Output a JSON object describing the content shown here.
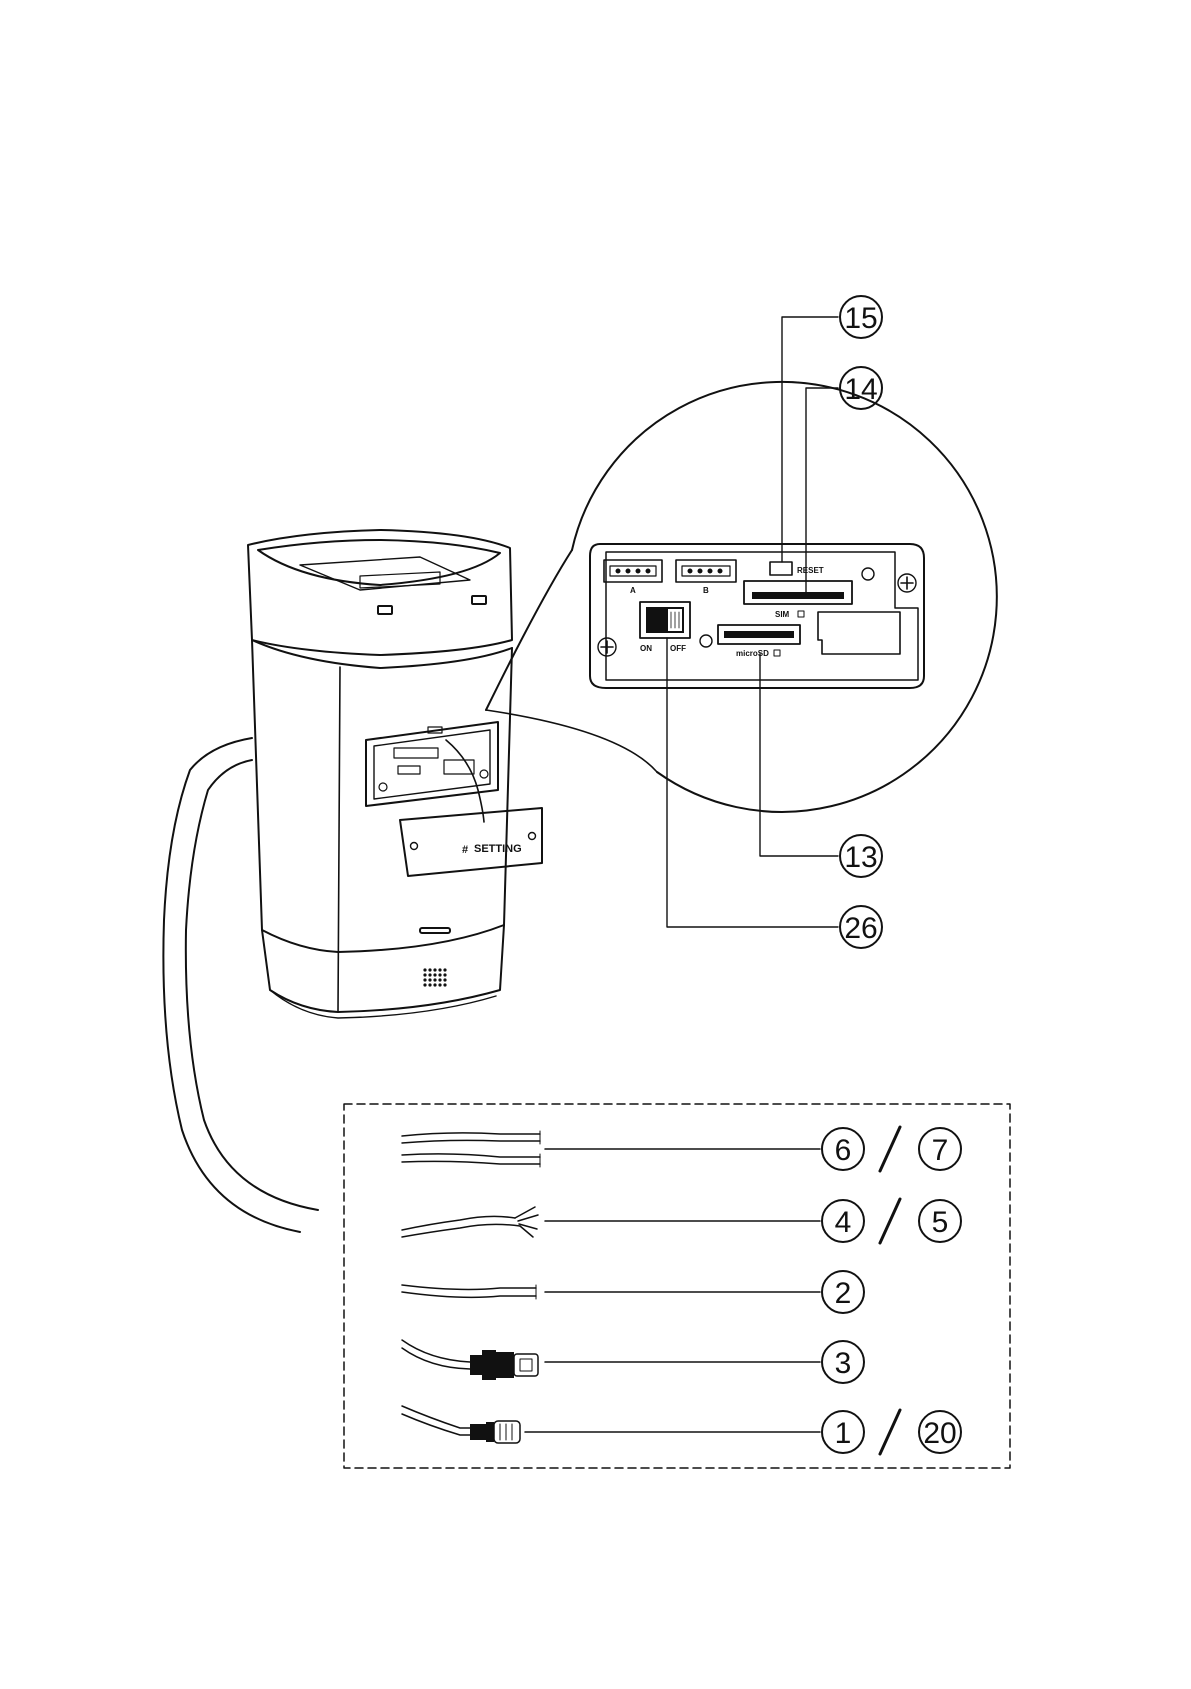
{
  "board_labels": {
    "port_a": "A",
    "port_b": "B",
    "reset": "RESET",
    "sim": "SIM",
    "microsd": "microSD",
    "switch_on": "ON",
    "switch_off": "OFF"
  },
  "cover_label": "SETTING",
  "callouts": {
    "c15": "15",
    "c14": "14",
    "c13": "13",
    "c26": "26",
    "c6": "6",
    "c7": "7",
    "c4": "4",
    "c5": "5",
    "c2": "2",
    "c3": "3",
    "c1": "1",
    "c20": "20"
  }
}
